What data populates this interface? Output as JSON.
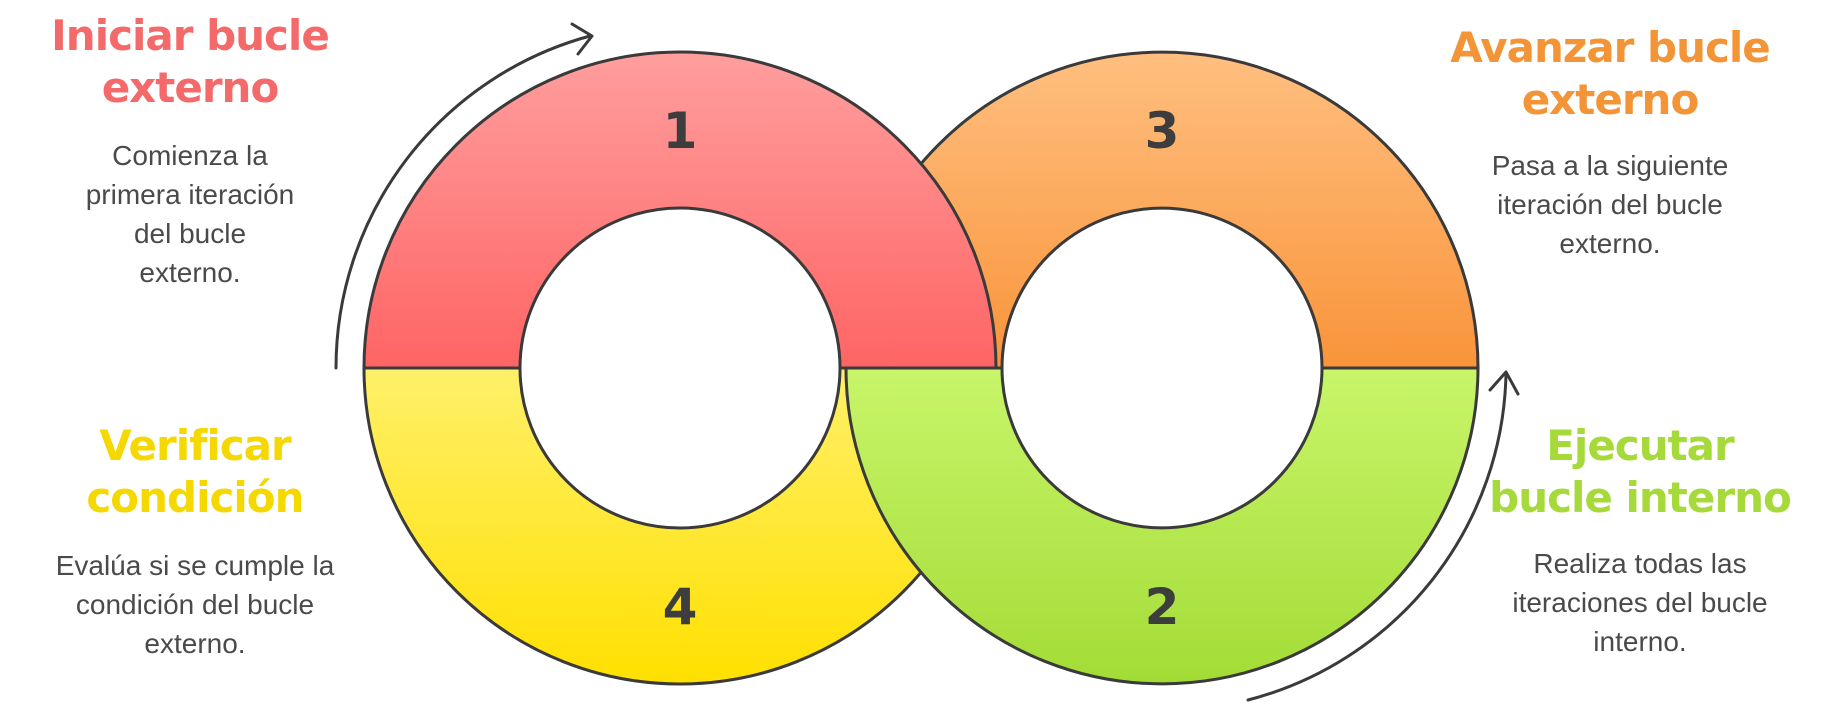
{
  "colors": {
    "red_top": "#ff9e9e",
    "red_bottom": "#ff6464",
    "orange_top": "#ffbf80",
    "orange_bottom": "#f9943a",
    "green_top": "#c8f56a",
    "green_bottom": "#a3dc36",
    "yellow_top": "#fff06a",
    "yellow_bottom": "#ffe000",
    "title_red": "#f46a6a",
    "title_orange": "#f39436",
    "title_yellow": "#f5d800",
    "title_green": "#a6d93a",
    "outline": "#3a3a3a"
  },
  "steps": [
    {
      "number": "1",
      "title": "Iniciar bucle\nexterno",
      "description": "Comienza la\nprimera iteración\ndel bucle\nexterno."
    },
    {
      "number": "2",
      "title": "Ejecutar\nbucle interno",
      "description": "Realiza todas las\niteraciones del bucle\ninterno."
    },
    {
      "number": "3",
      "title": "Avanzar bucle\nexterno",
      "description": "Pasa a la siguiente\niteración del bucle\nexterno."
    },
    {
      "number": "4",
      "title": "Verificar\ncondición",
      "description": "Evalúa si se cumple la\ncondición del bucle\nexterno."
    }
  ]
}
